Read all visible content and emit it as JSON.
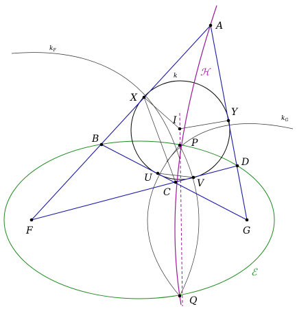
{
  "colors": {
    "triangle": "#1a1aa6",
    "ellipse": "#1e8a1e",
    "hyperbola": "#9a1a9a",
    "thin": "#333333",
    "point": "#000000",
    "text": "#000000"
  },
  "labels": {
    "A": "A",
    "B": "B",
    "C": "C",
    "D": "D",
    "F": "F",
    "G": "G",
    "I": "I",
    "P": "P",
    "Q": "Q",
    "U": "U",
    "V": "V",
    "X": "X",
    "Y": "Y",
    "k": "k",
    "kF": "k",
    "kF_sub": "F",
    "kG": "k",
    "kG_sub": "G",
    "H": "ℋ",
    "E": "ℰ"
  }
}
